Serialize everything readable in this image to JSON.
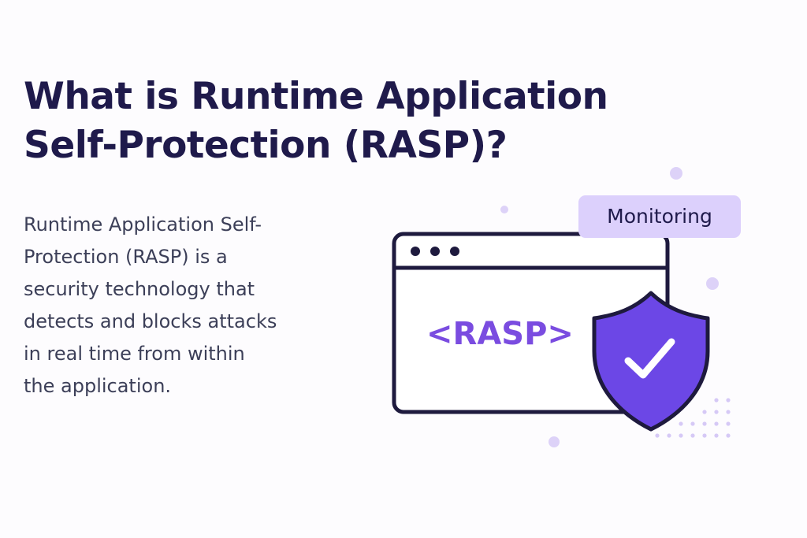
{
  "title": {
    "line1": "What is Runtime Application",
    "line2": "Self-Protection (RASP)?"
  },
  "description": {
    "lines": [
      "Runtime Application Self-",
      "Protection (RASP) is a",
      "security technology that",
      "detects and blocks attacks",
      "in real time from within",
      "the application."
    ]
  },
  "illustration": {
    "badge_label": "Monitoring",
    "code_label": "<RASP>",
    "icons": [
      "browser-window-icon",
      "shield-check-icon"
    ]
  },
  "colors": {
    "heading": "#1f1a4b",
    "body_text": "#3c3f58",
    "accent_purple": "#6c47e6",
    "badge_bg": "#dcd0fc",
    "decor_dots": "#d9ccf7"
  }
}
